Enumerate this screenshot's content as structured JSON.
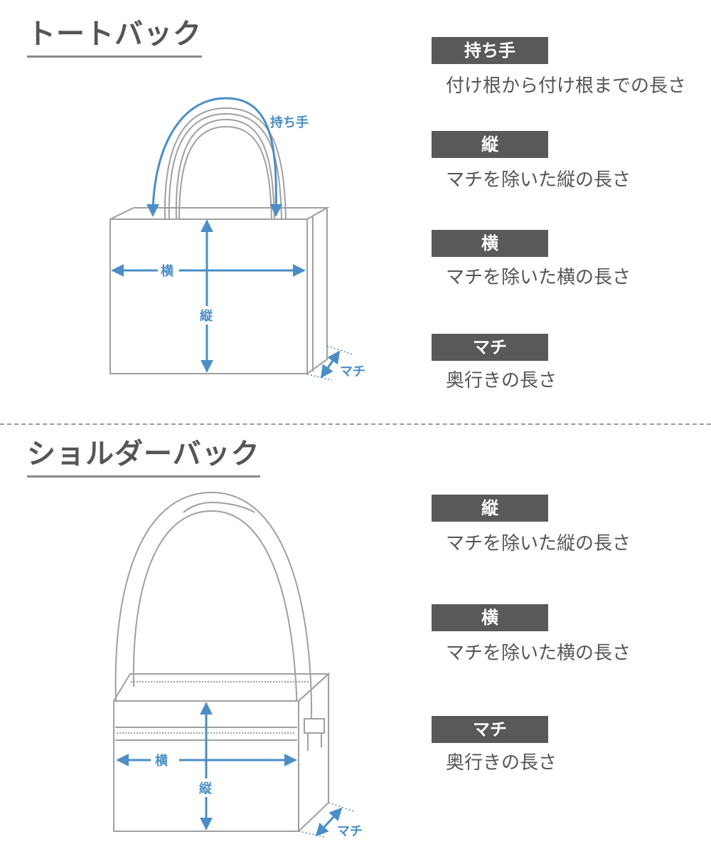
{
  "sections": [
    {
      "title": "トートバック",
      "diagram_labels": {
        "handle": "持ち手",
        "width": "横",
        "height": "縦",
        "gusset": "マチ"
      },
      "specs": [
        {
          "label": "持ち手",
          "description": "付け根から付け根までの長さ"
        },
        {
          "label": "縦",
          "description": "マチを除いた縦の長さ"
        },
        {
          "label": "横",
          "description": "マチを除いた横の長さ"
        },
        {
          "label": "マチ",
          "description": "奥行きの長さ"
        }
      ]
    },
    {
      "title": "ショルダーバック",
      "diagram_labels": {
        "width": "横",
        "height": "縦",
        "gusset": "マチ"
      },
      "specs": [
        {
          "label": "縦",
          "description": "マチを除いた縦の長さ"
        },
        {
          "label": "横",
          "description": "マチを除いた横の長さ"
        },
        {
          "label": "マチ",
          "description": "奥行きの長さ"
        }
      ]
    }
  ],
  "colors": {
    "accent": "#4a8ec5",
    "outline": "#a0a0a0",
    "label_bg": "#595959",
    "text": "#555555"
  }
}
